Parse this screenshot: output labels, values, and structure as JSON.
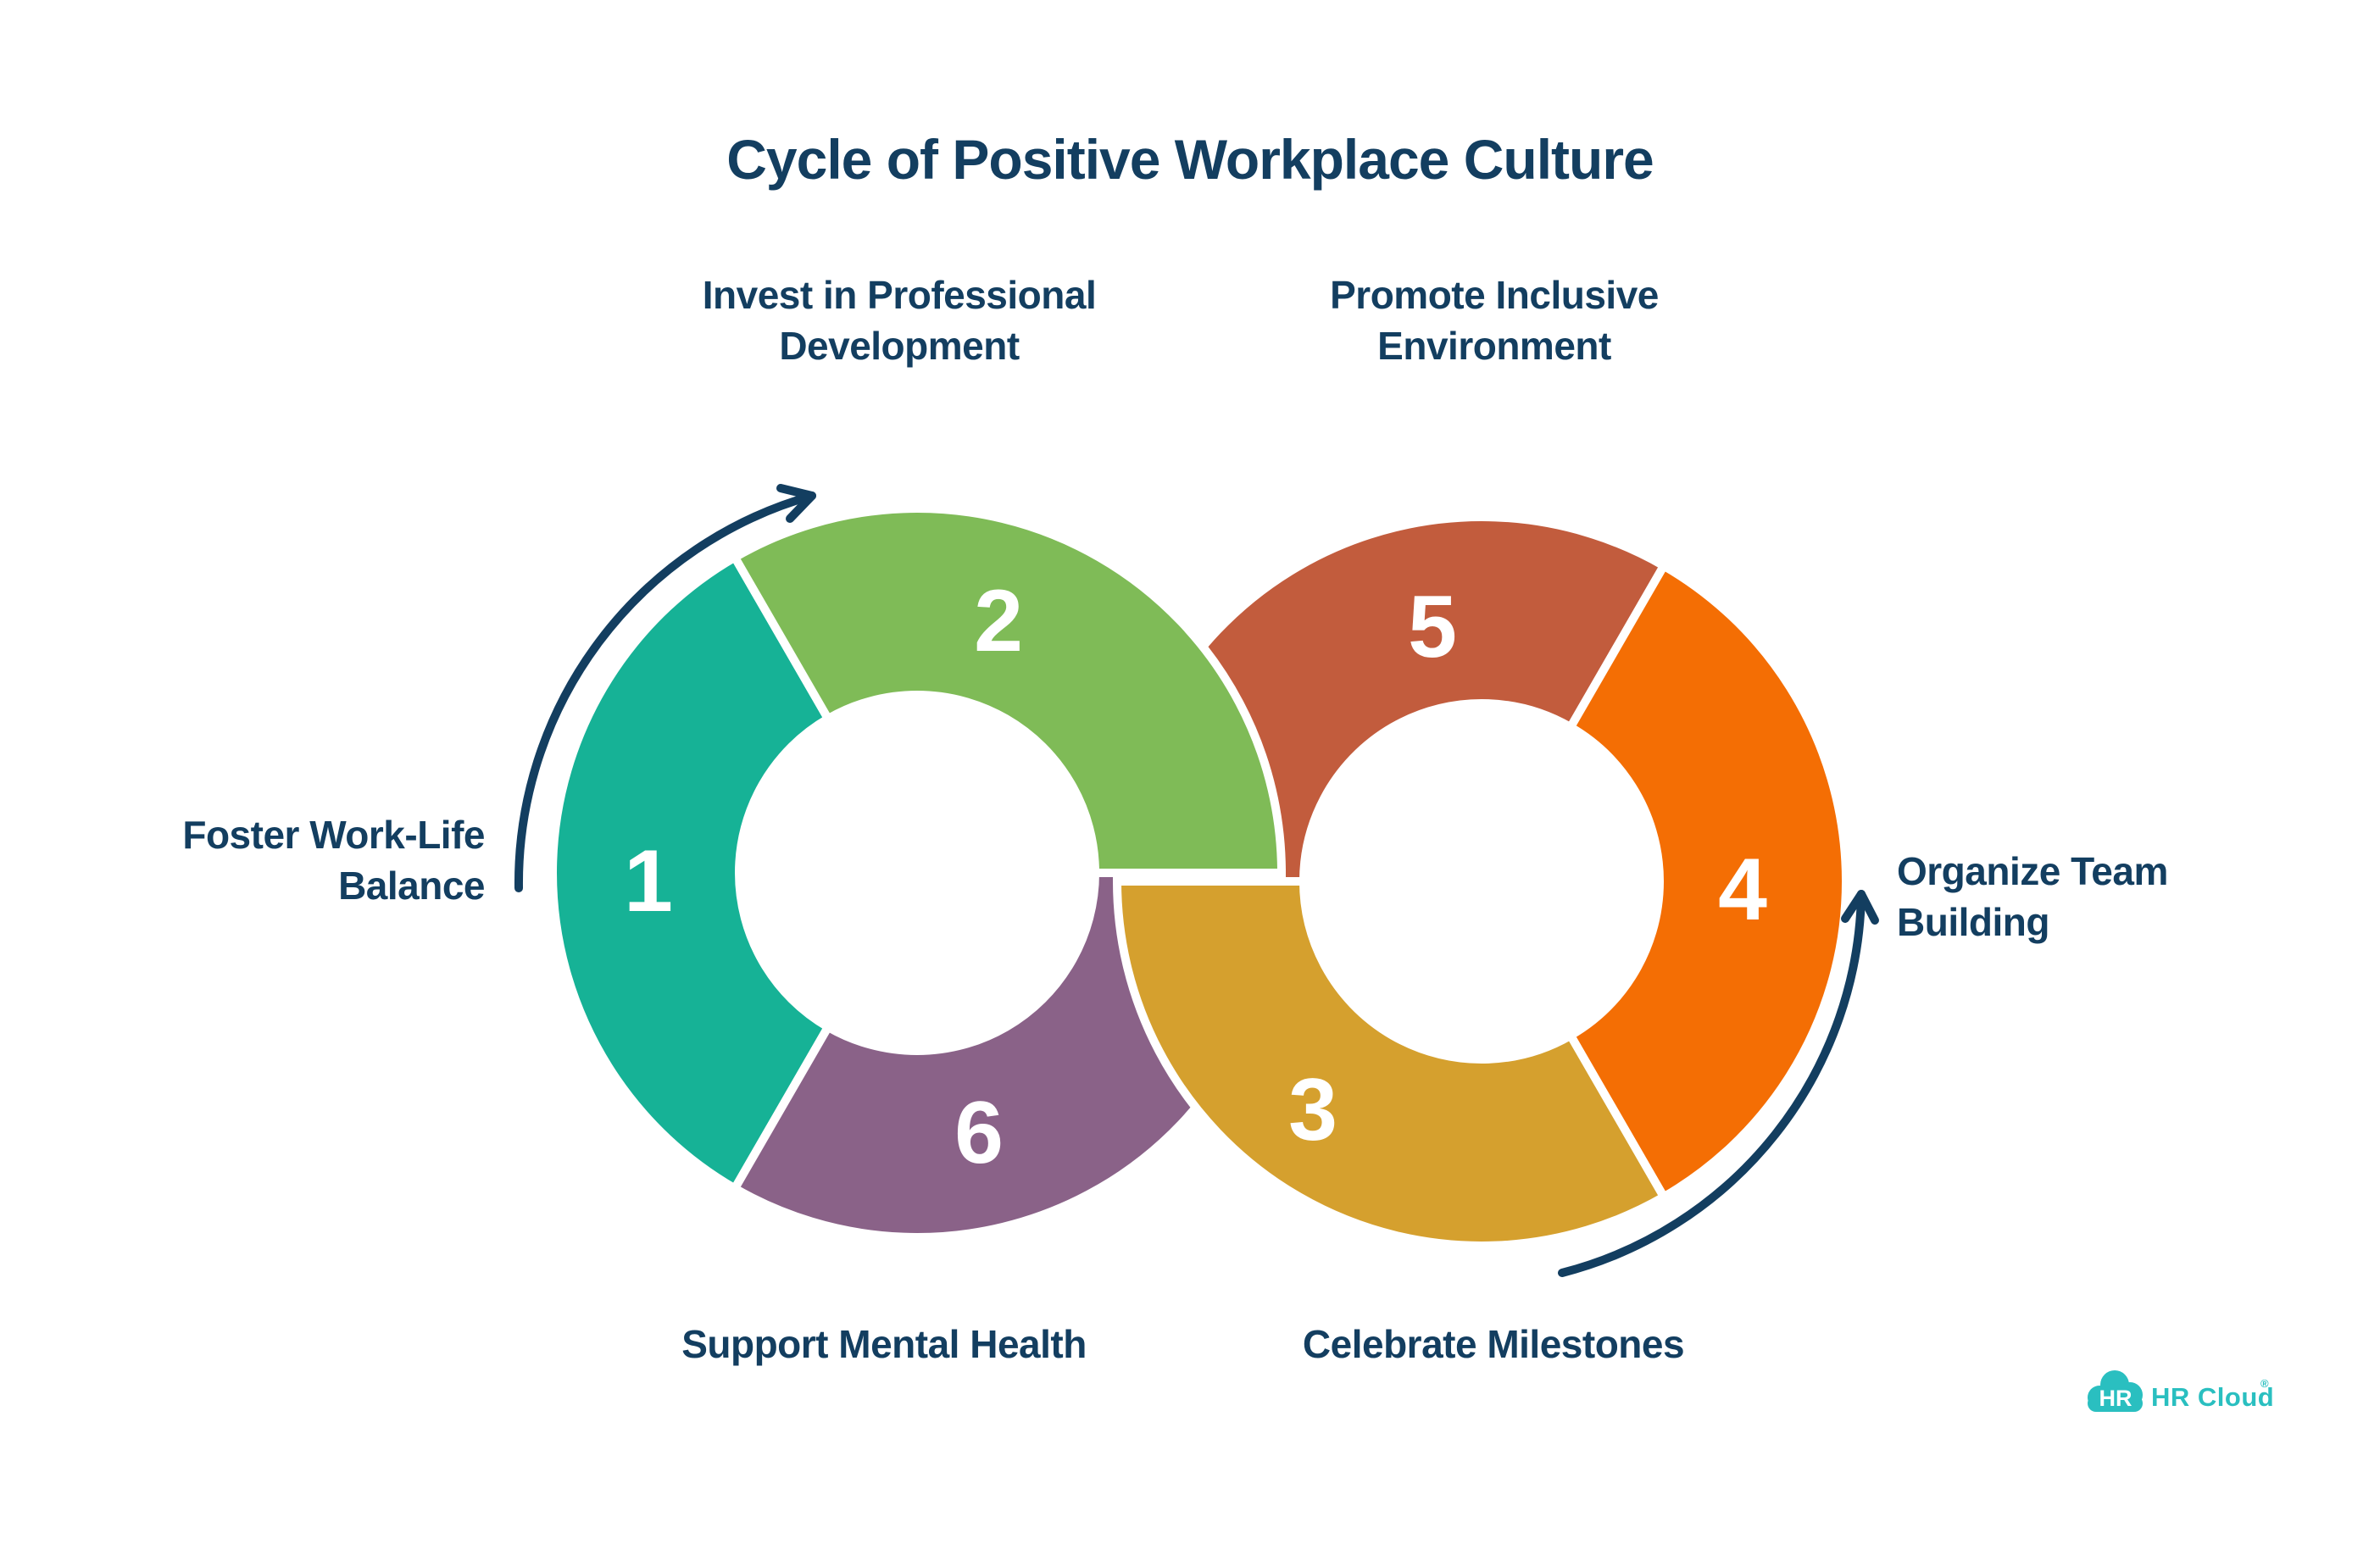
{
  "title": "Cycle of Positive Workplace Culture",
  "colors": {
    "navy_text": "#133E60",
    "arrow_navy": "#133E60",
    "logo_teal": "#2ABFC0",
    "background": "#FFFFFF",
    "number_white": "#FFFFFF"
  },
  "segments": [
    {
      "number": "1",
      "label_line1": "Foster Work-Life",
      "label_line2": "Balance",
      "color": "#16B296"
    },
    {
      "number": "2",
      "label_line1": "Invest in Professional",
      "label_line2": "Development",
      "color": "#7FBB57"
    },
    {
      "number": "3",
      "label_line1": "Celebrate Milestones",
      "label_line2": "",
      "color": "#D5A02E"
    },
    {
      "number": "4",
      "label_line1": "Organize Team",
      "label_line2": "Building",
      "color": "#F46E04"
    },
    {
      "number": "5",
      "label_line1": "Promote Inclusive",
      "label_line2": "Environment",
      "color": "#C25C3D"
    },
    {
      "number": "6",
      "label_line1": "Support Mental Health",
      "label_line2": "",
      "color": "#8A6288"
    }
  ],
  "logo": {
    "icon_text": "HR",
    "text": "HR Cloud",
    "registered": "®"
  }
}
